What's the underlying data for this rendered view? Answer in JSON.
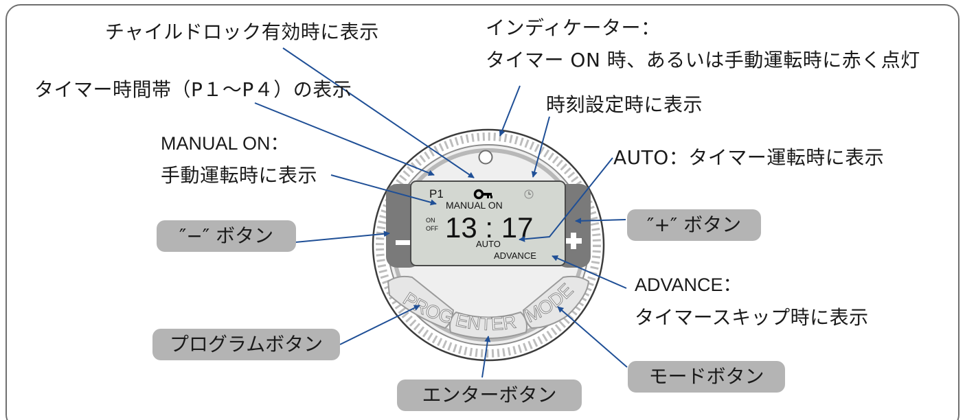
{
  "labels": {
    "childlock": "チャイルドロック有効時に表示",
    "indicator_title": "インディケーター：",
    "indicator_desc": "タイマー ON 時、あるいは手動運転時に赤く点灯",
    "timer_period": "タイマー時間帯（P１〜P４）の表示",
    "clock_setting": "時刻設定時に表示",
    "manual_title": "MANUAL ON：",
    "manual_desc": "手動運転時に表示",
    "auto": "AUTO：タイマー運転時に表示",
    "advance_title": "ADVANCE：",
    "advance_desc": "タイマースキップ時に表示"
  },
  "buttons": {
    "minus": "″−″ ボタン",
    "plus": "″+″ ボタン",
    "program": "プログラムボタン",
    "enter": "エンターボタン",
    "mode": "モードボタン"
  },
  "device": {
    "period": "P1",
    "manual": "MANUAL  ON",
    "on": "ON",
    "off": "OFF",
    "time": "13 : 17",
    "auto": "AUTO",
    "advance": "ADVANCE",
    "prog": "PROG",
    "enter": "ENTER",
    "mode": "MODE"
  },
  "colors": {
    "arrow": "#1f4f96",
    "pill": "#b4b4b4",
    "lcd": "#d3d7d1"
  }
}
